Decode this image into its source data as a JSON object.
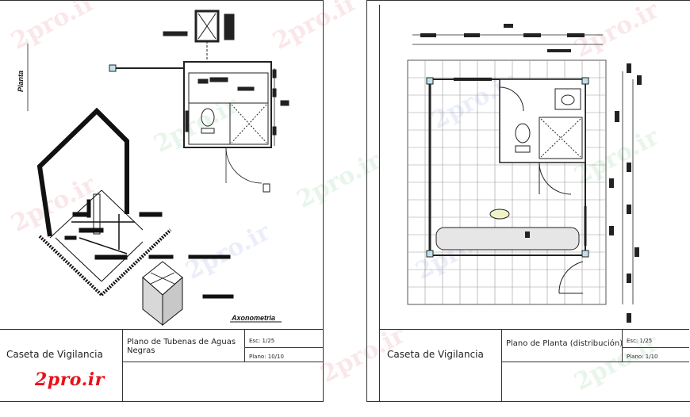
{
  "left_sheet": {
    "plan_label": "Planta",
    "axonometry_label": "Axonometria",
    "title_block": {
      "project": "Caseta de Vigilancia",
      "drawing": "Plano de Tubenas de Aguas Negras",
      "scale": "Esc: 1/25",
      "plate": "Plano: 10/10"
    }
  },
  "right_sheet": {
    "title_block": {
      "project": "Caseta de Vigilancia",
      "drawing": "Plano de Planta (distribución)",
      "scale": "Esc: 1/25",
      "plate": "Plano: 1/10"
    }
  },
  "watermark": {
    "logo_text": "2pro.ir",
    "logo_color": "#e8111a"
  }
}
